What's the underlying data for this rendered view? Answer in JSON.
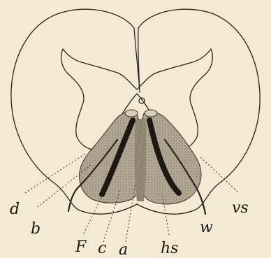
{
  "labels": {
    "d": "d",
    "b": "b",
    "F": "F",
    "c": "c",
    "a": "a",
    "hs": "hs",
    "w": "w",
    "vs": "vs"
  },
  "colors": {
    "paper": "#f2ead3",
    "ink": "#1a1510",
    "gray_matter": "#8a8070",
    "dark_band": "#1e1812"
  }
}
